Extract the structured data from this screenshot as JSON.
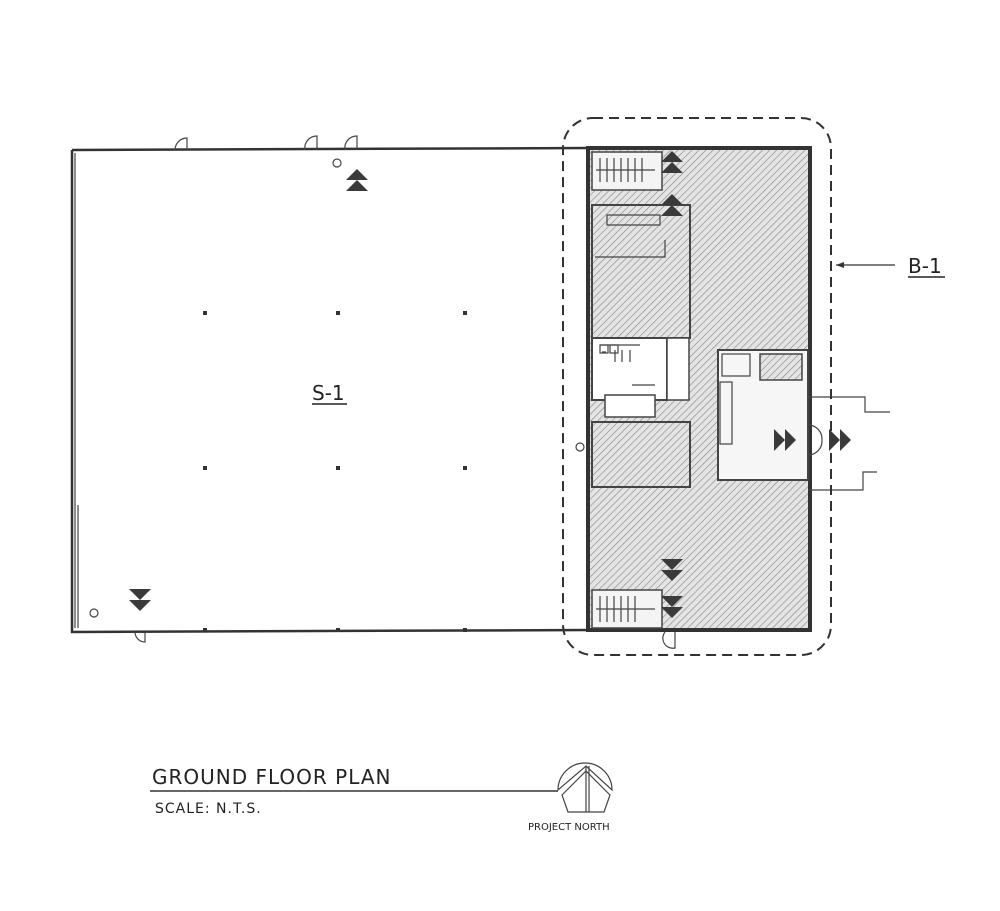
{
  "plan": {
    "zone_s1": "S-1",
    "zone_b1": "B-1",
    "title": "GROUND FLOOR PLAN",
    "scale": "SCALE: N.T.S.",
    "north_label": "PROJECT NORTH"
  },
  "colors": {
    "line": "#333333",
    "hatch": "#8a8a8a",
    "arrow": "#3a3a3a"
  },
  "icons": [
    "exit-arrow-icon",
    "north-arrow-icon",
    "column-icon",
    "door-swing-icon",
    "hydrant-icon"
  ]
}
